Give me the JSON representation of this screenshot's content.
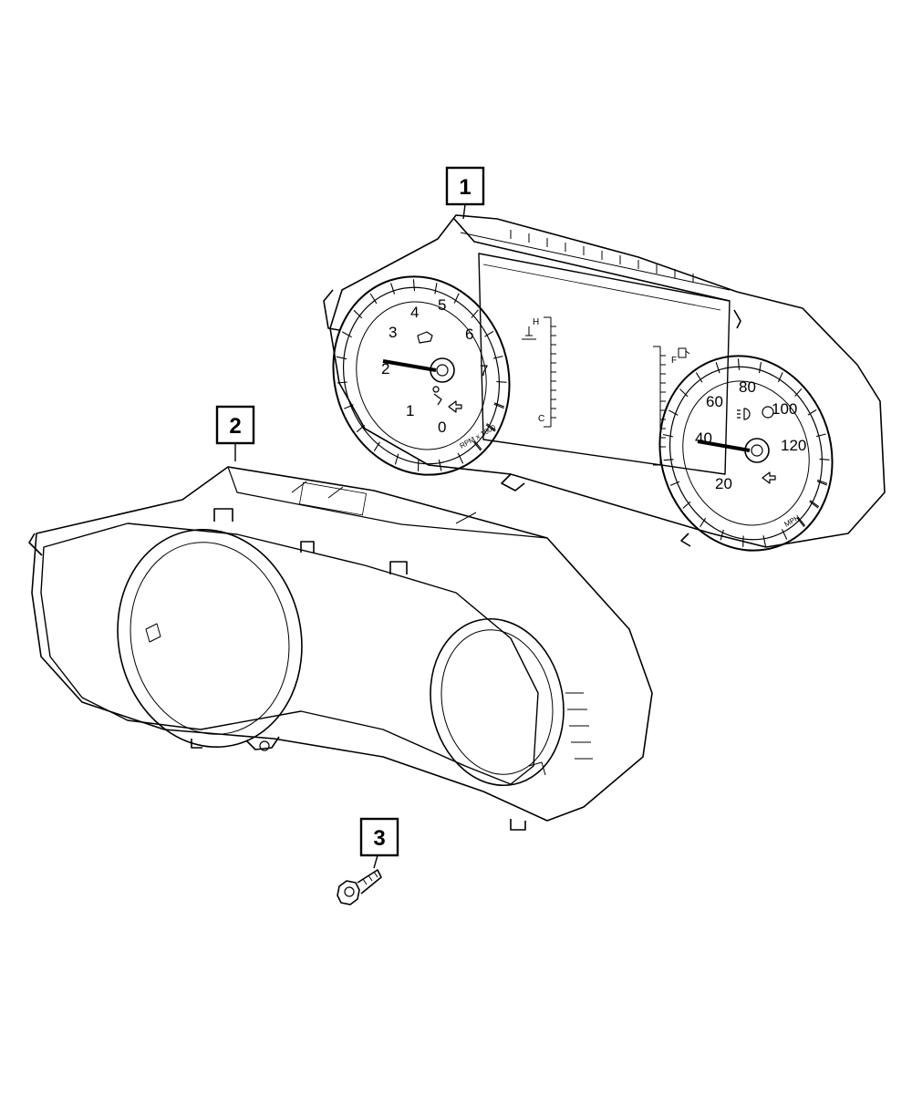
{
  "callouts": [
    {
      "label": "1"
    },
    {
      "label": "2"
    },
    {
      "label": "3"
    }
  ],
  "tachometer": {
    "numbers": [
      "0",
      "1",
      "2",
      "3",
      "4",
      "5",
      "6",
      "7"
    ],
    "legend": "RPM x 1000"
  },
  "speedometer": {
    "numbers": [
      "20",
      "40",
      "60",
      "80",
      "100",
      "120"
    ],
    "legend": "MPH"
  },
  "fuel_gauge": {
    "full": "F"
  },
  "temp_gauge": {
    "hot": "H",
    "cold": "C"
  },
  "colors": {
    "line": "#000000",
    "background": "#ffffff"
  },
  "icons": [
    "engine-icon",
    "seatbelt-icon",
    "airbag-icon",
    "headlight-icon",
    "turn-signal-icon",
    "fuel-pump-icon",
    "temperature-icon"
  ]
}
